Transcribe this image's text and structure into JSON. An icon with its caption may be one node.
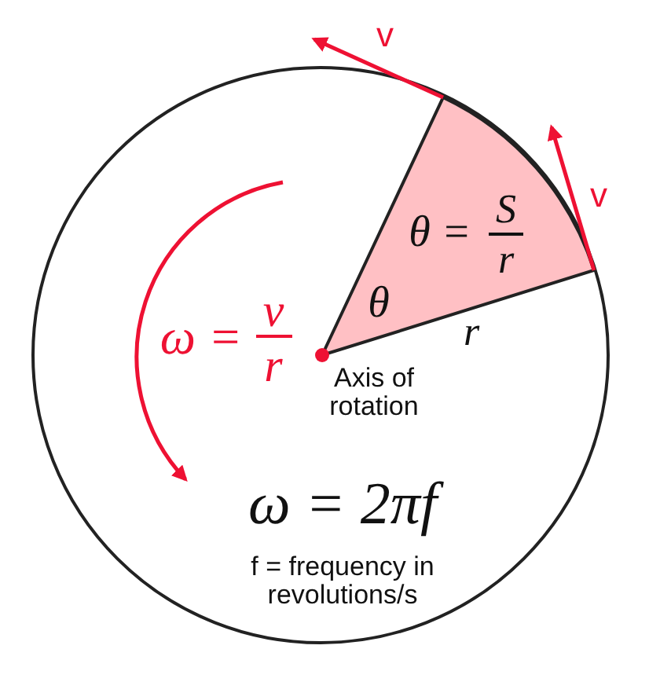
{
  "diagram": {
    "labels": [
      "v",
      "v",
      "S",
      "θ =",
      "r",
      "θ",
      "v",
      "ω =",
      "r",
      "r",
      "Axis of rotation",
      "ω = 2πf",
      "f = frequency in revolutions/s"
    ]
  }
}
